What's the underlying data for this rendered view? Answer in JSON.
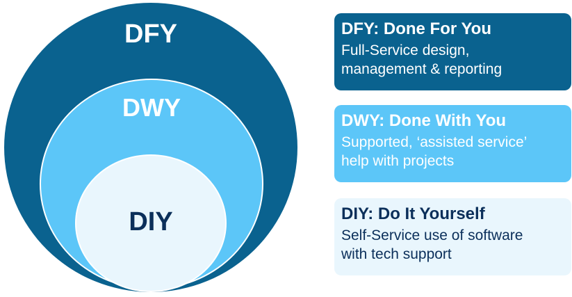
{
  "colors": {
    "dfy": "#0a628f",
    "dwy": "#5cc6f8",
    "diy": "#e9f6fd",
    "dark_text": "#0b2f5a",
    "light_text": "#ffffff"
  },
  "circles": {
    "outer": {
      "label": "DFY"
    },
    "middle": {
      "label": "DWY"
    },
    "inner": {
      "label": "DIY"
    }
  },
  "cards": [
    {
      "title": "DFY: Done For You",
      "lines": [
        "Full-Service design,",
        "management & reporting"
      ]
    },
    {
      "title": "DWY: Done With You",
      "lines": [
        "Supported, ‘assisted service’",
        "help with projects"
      ]
    },
    {
      "title": "DIY: Do It Yourself",
      "lines": [
        "Self-Service use of software",
        "with tech support"
      ]
    }
  ]
}
